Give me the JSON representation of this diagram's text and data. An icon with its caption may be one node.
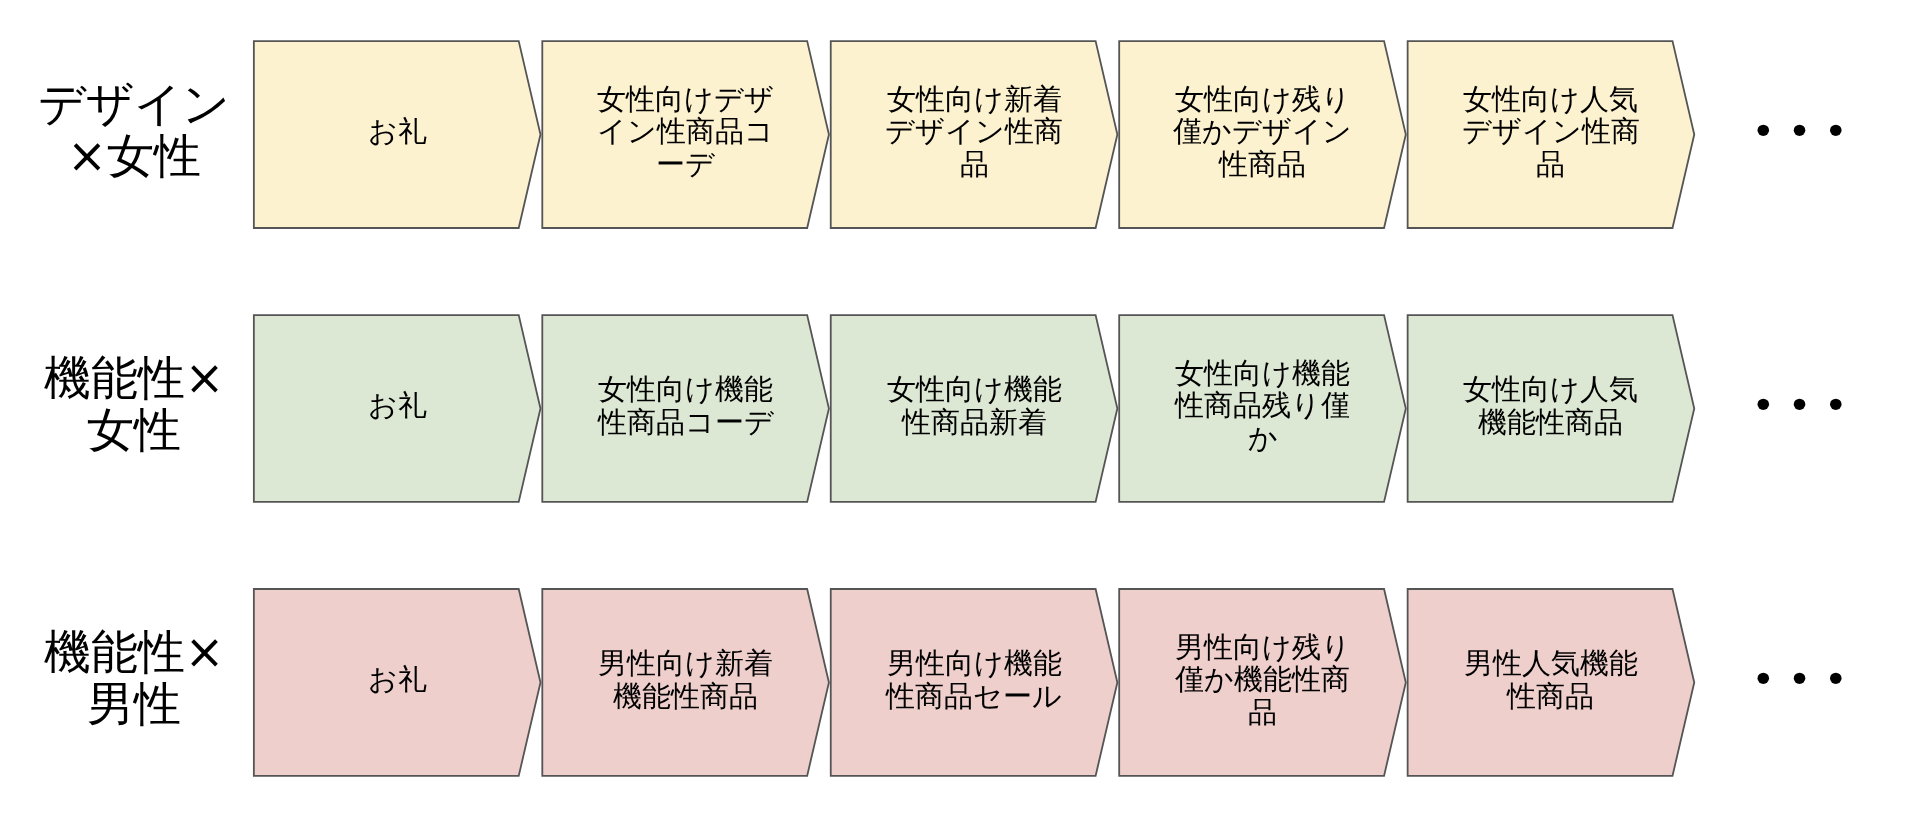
{
  "diagram": {
    "nodes": [
      {
        "text": [
          "お礼"
        ]
      },
      {
        "text": [
          "女性向けデザイン性商品コーデ"
        ]
      },
      {
        "text": [
          "女性向け新着デザイン性商品"
        ]
      },
      {
        "text": [
          "女性向け残り僅かデザイン性商品"
        ]
      },
      {
        "text": [
          "女性向け人気デザイン性商品"
        ]
      },
      {
        "text": [
          "お礼"
        ]
      },
      {
        "text": [
          "女性向け機能性商品コーデ"
        ]
      },
      {
        "text": [
          "女性向け機能性商品新着"
        ]
      },
      {
        "text": [
          "女性向け機能性商品残り僅か"
        ]
      },
      {
        "text": [
          "女性向け人気機能性商品"
        ]
      },
      {
        "text": [
          "お礼"
        ]
      },
      {
        "text": [
          "男性向け新着機能性商品"
        ]
      },
      {
        "text": [
          "男性向け機能性商品セール"
        ]
      },
      {
        "text": [
          "男性向け残り僅か機能性商品"
        ]
      },
      {
        "text": [
          "男性人気機能性商品"
        ]
      }
    ],
    "labels": [
      "デザイン×女性",
      "• • •",
      "機能性×女性",
      "• • •",
      "機能性×男性",
      "• • •"
    ]
  }
}
